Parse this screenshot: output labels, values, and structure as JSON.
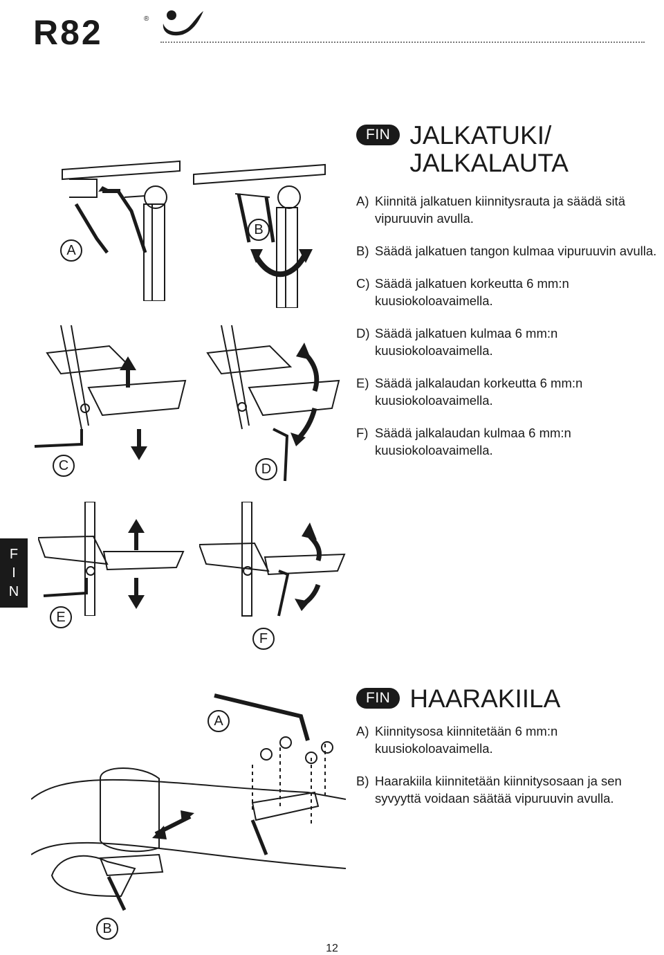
{
  "brand": {
    "logo_text": "R82",
    "registered_mark": "®"
  },
  "side_tab": [
    "F",
    "I",
    "N"
  ],
  "page_number": "12",
  "sections": [
    {
      "lang": "FIN",
      "title_lines": [
        "JALKATUKI/",
        "JALKALAUTA"
      ],
      "items": [
        {
          "label": "A)",
          "text": "Kiinnitä jalkatuen kiinnitysrauta ja säädä sitä vipuruuvin avulla."
        },
        {
          "label": "B)",
          "text": "Säädä jalkatuen tangon kulmaa vipuruuvin avulla."
        },
        {
          "label": "C)",
          "text": "Säädä jalkatuen korkeutta 6 mm:n kuusiokoloavaimella."
        },
        {
          "label": "D)",
          "text": "Säädä jalkatuen kulmaa 6 mm:n kuusiokoloavaimella."
        },
        {
          "label": "E)",
          "text": "Säädä jalkalaudan korkeutta 6 mm:n kuusiokoloavaimella."
        },
        {
          "label": "F)",
          "text": "Säädä jalkalaudan kulmaa 6 mm:n kuusiokoloavaimella."
        }
      ]
    },
    {
      "lang": "FIN",
      "title_lines": [
        "HAARAKIILA"
      ],
      "items": [
        {
          "label": "A)",
          "text": "Kiinnitysosa kiinnitetään 6 mm:n kuusiokoloavaimella."
        },
        {
          "label": "B)",
          "text": "Haarakiila kiinnitetään kiinnitysosaan ja sen syvyyttä voidaan säätää vipuruuvin avulla."
        }
      ]
    }
  ],
  "figure_labels": {
    "a": "A",
    "b": "B",
    "c": "C",
    "d": "D",
    "e": "E",
    "f": "F",
    "pommel_a": "A",
    "pommel_b": "B"
  }
}
